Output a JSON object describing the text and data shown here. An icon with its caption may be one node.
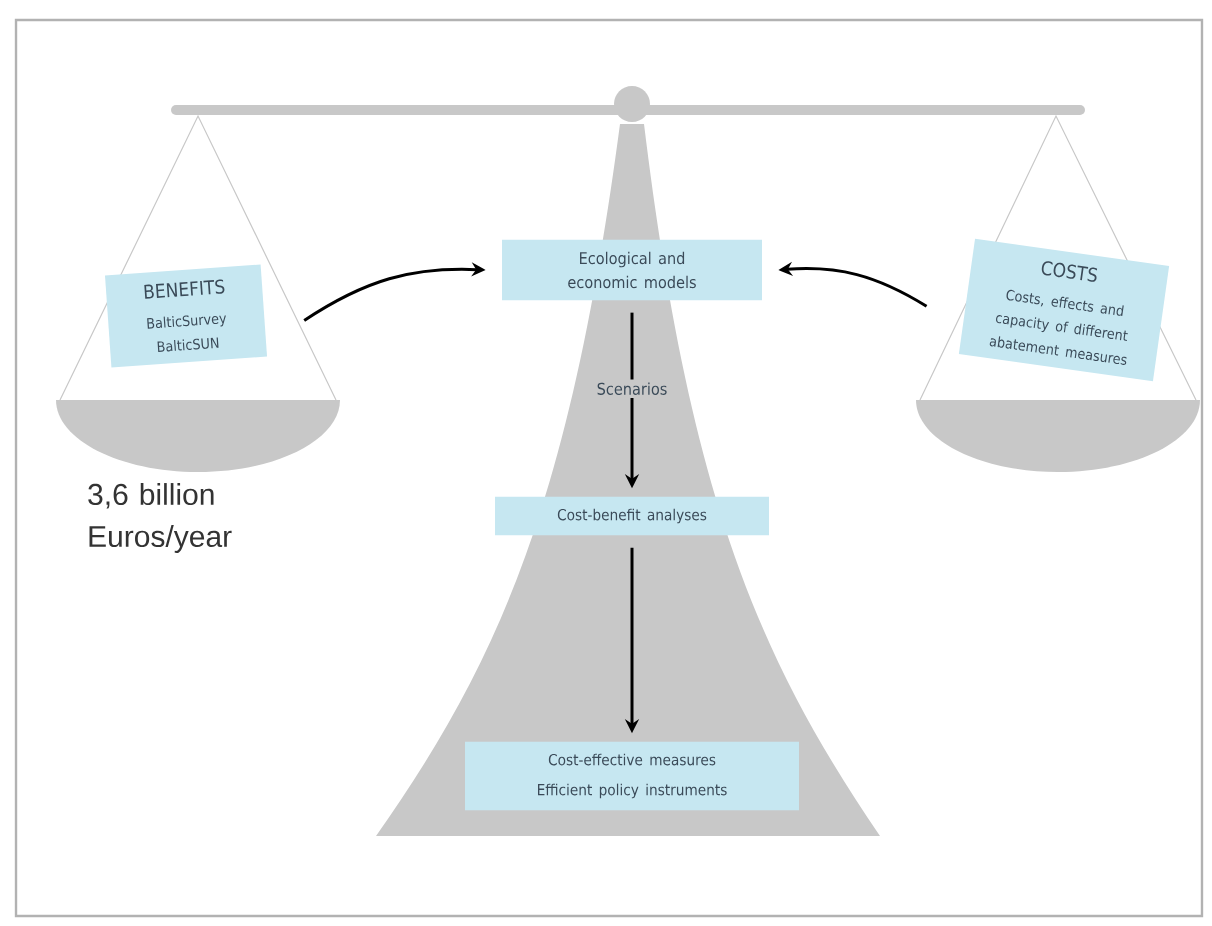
{
  "diagram": {
    "nodes": [
      {
        "text": [
          "BENEFITS",
          "BalticSurvey BalticSUN"
        ]
      },
      {
        "text": [
          "Ecological and economic models"
        ]
      },
      {
        "text": [
          "COSTS",
          "Costs, effects and capacity of different abatement measures"
        ]
      },
      {
        "text": [
          "Cost-benefit analyses"
        ]
      },
      {
        "text": [
          "Cost-effective measures",
          "Efficient policy instruments"
        ]
      }
    ],
    "edges": [
      {
        "from": 0,
        "to": 1,
        "arrow": "to"
      },
      {
        "from": 2,
        "to": 1,
        "arrow": "to"
      },
      {
        "from": 1,
        "to": 3,
        "arrow": "to",
        "label": "Scenarios"
      },
      {
        "from": 3,
        "to": 4,
        "arrow": "to"
      }
    ],
    "labels": [
      "3,6 billion Euros/year"
    ]
  }
}
